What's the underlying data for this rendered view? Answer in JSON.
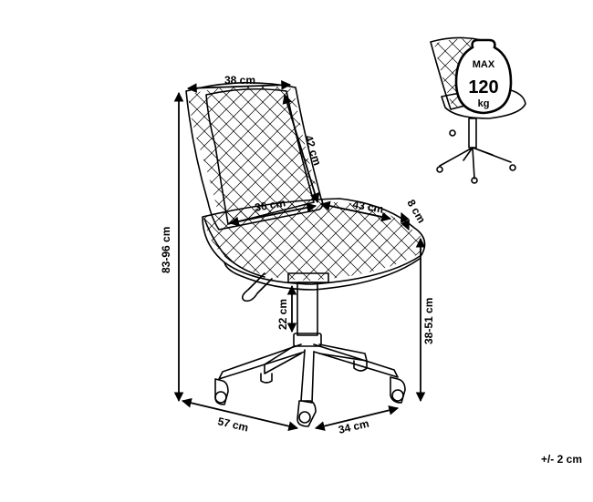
{
  "dimensions": {
    "back_width": "38 cm",
    "back_height": "42 cm",
    "seat_width": "36 cm",
    "seat_depth": "43 cm",
    "seat_thickness": "8 cm",
    "total_height": "83-96 cm",
    "seat_height": "38-51 cm",
    "gas_lift": "22 cm",
    "base_width": "57 cm",
    "base_depth": "34 cm"
  },
  "weight_badge": {
    "max_label": "MAX",
    "value": "120",
    "unit": "kg"
  },
  "tolerance": "+/- 2 cm"
}
